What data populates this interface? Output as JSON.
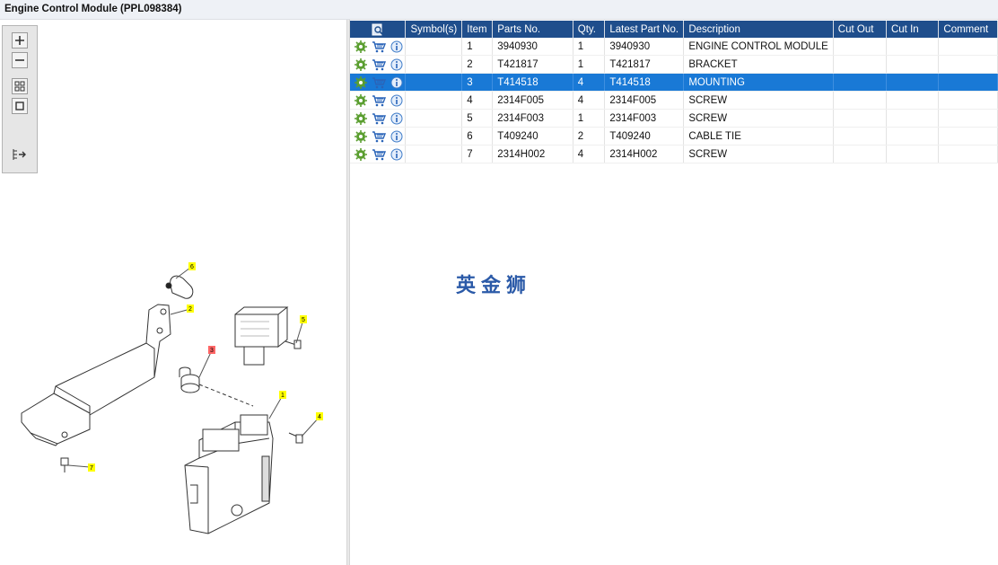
{
  "window": {
    "title": "Engine Control Module (PPL098384)"
  },
  "toolbar": {
    "buttons": [
      "zoom-in",
      "zoom-out",
      "fit-all",
      "fit-window",
      "export"
    ]
  },
  "drawing": {
    "callouts": [
      {
        "label": "1",
        "highlight": false
      },
      {
        "label": "2",
        "highlight": false
      },
      {
        "label": "3",
        "highlight": true
      },
      {
        "label": "4",
        "highlight": false
      },
      {
        "label": "5",
        "highlight": false
      },
      {
        "label": "6",
        "highlight": false
      },
      {
        "label": "7",
        "highlight": false
      }
    ],
    "colors": {
      "callout": "#ffff00",
      "callout_selected": "#ff6666",
      "line": "#333333"
    }
  },
  "table": {
    "headers": {
      "symbols": "Symbol(s)",
      "item": "Item",
      "parts_no": "Parts No.",
      "qty": "Qty.",
      "latest": "Latest Part No.",
      "description": "Description",
      "cut_out": "Cut Out",
      "cut_in": "Cut In",
      "comment": "Comment"
    },
    "rows": [
      {
        "item": "1",
        "parts_no": "3940930",
        "qty": "1",
        "latest": "3940930",
        "description": "ENGINE CONTROL MODULE"
      },
      {
        "item": "2",
        "parts_no": "T421817",
        "qty": "1",
        "latest": "T421817",
        "description": "BRACKET"
      },
      {
        "item": "3",
        "parts_no": "T414518",
        "qty": "4",
        "latest": "T414518",
        "description": "MOUNTING",
        "selected": true
      },
      {
        "item": "4",
        "parts_no": "2314F005",
        "qty": "4",
        "latest": "2314F005",
        "description": "SCREW"
      },
      {
        "item": "5",
        "parts_no": "2314F003",
        "qty": "1",
        "latest": "2314F003",
        "description": "SCREW"
      },
      {
        "item": "6",
        "parts_no": "T409240",
        "qty": "2",
        "latest": "T409240",
        "description": "CABLE TIE"
      },
      {
        "item": "7",
        "parts_no": "2314H002",
        "qty": "4",
        "latest": "2314H002",
        "description": "SCREW"
      }
    ],
    "colors": {
      "header": "#1f4e8c",
      "selected": "#1979d6"
    }
  },
  "watermark": "英金狮"
}
